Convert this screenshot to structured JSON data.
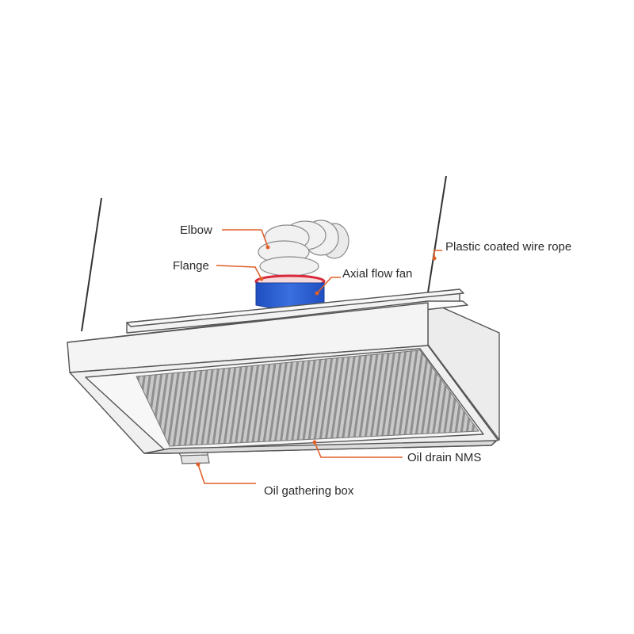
{
  "labels": {
    "elbow": "Elbow",
    "flange": "Flange",
    "axial_fan": "Axial flow fan",
    "wire_rope": "Plastic coated wire rope",
    "oil_drain": "Oil drain NMS",
    "oil_box": "Oil gathering box"
  },
  "colors": {
    "leader_line": "#e0602a",
    "fan": "#2d5fcf",
    "flange": "#d8283a",
    "outline": "#555555",
    "filter": "#9a9a9a"
  }
}
